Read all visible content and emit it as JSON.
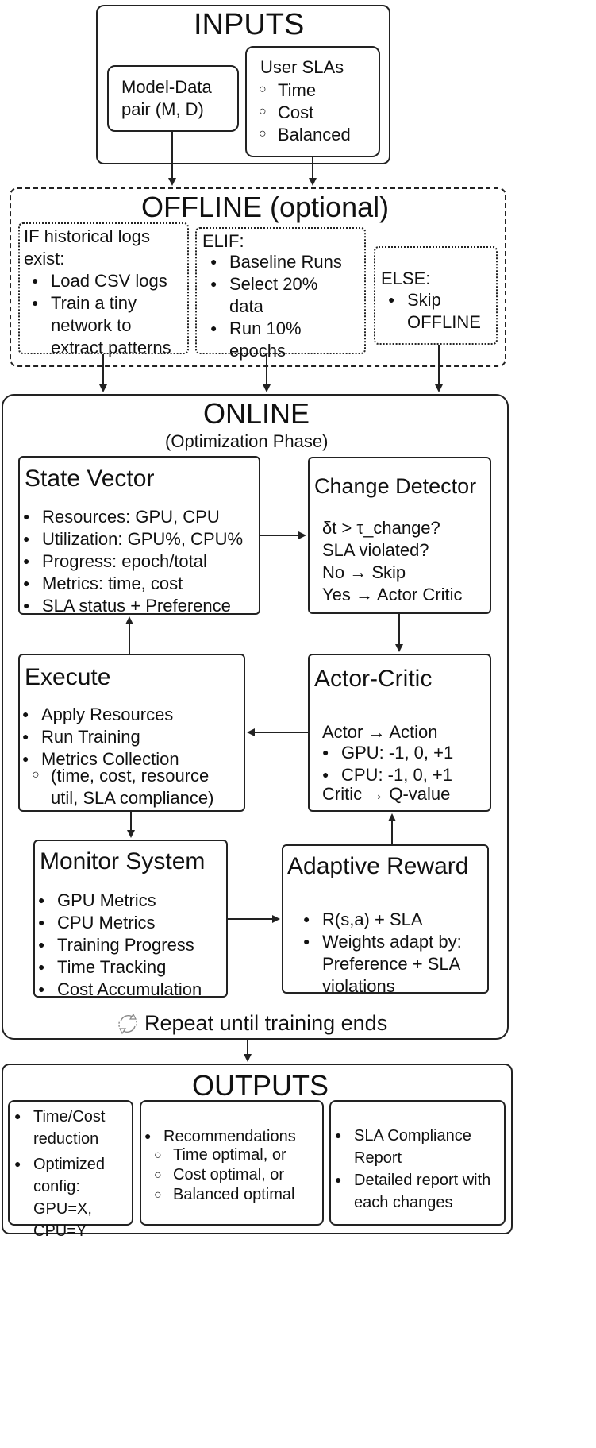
{
  "inputs": {
    "title": "INPUTS",
    "model_data": [
      "Model-Data",
      "pair (M, D)"
    ],
    "sla_title": "User SLAs",
    "sla_items": [
      "Time",
      "Cost",
      "Balanced"
    ]
  },
  "offline": {
    "title": "OFFLINE (optional)",
    "if_lines": [
      "IF historical logs",
      "exist:"
    ],
    "if_items": [
      "Load CSV logs",
      "Train a tiny",
      "network to",
      "extract patterns"
    ],
    "elif_title": "ELIF:",
    "elif_items": [
      "Baseline Runs",
      "Select 20%",
      "data",
      "Run 10%",
      "epochs"
    ],
    "else_title": "ELSE:",
    "else_items": [
      "Skip",
      "OFFLINE"
    ]
  },
  "online": {
    "title": "ONLINE",
    "subtitle": "(Optimization Phase)",
    "state": {
      "title": "State Vector",
      "items": [
        "Resources: GPU, CPU",
        "Utilization: GPU%, CPU%",
        "Progress: epoch/total",
        "Metrics: time, cost",
        "SLA status + Preference"
      ]
    },
    "change": {
      "title": "Change Detector",
      "lines": [
        "δt > τ_change?",
        "SLA violated?",
        "No → Skip",
        "Yes → Actor Critic"
      ]
    },
    "execute": {
      "title": "Execute",
      "items": [
        "Apply Resources",
        "Run Training",
        "Metrics Collection"
      ],
      "sub": [
        "(time, cost, resource",
        "util, SLA compliance)"
      ]
    },
    "actor": {
      "title": "Actor-Critic",
      "line1": "Actor → Action",
      "items": [
        "GPU: -1, 0, +1",
        "CPU: -1, 0, +1"
      ],
      "line2": "Critic → Q-value"
    },
    "monitor": {
      "title": "Monitor System",
      "items": [
        "GPU Metrics",
        "CPU Metrics",
        "Training Progress",
        "Time Tracking",
        "Cost Accumulation"
      ]
    },
    "reward": {
      "title": "Adaptive Reward",
      "items": [
        "R(s,a) + SLA",
        "Weights adapt by:"
      ],
      "cont": [
        "Preference + SLA",
        "violations"
      ]
    },
    "repeat": "Repeat until training ends",
    "repeat_icon": "cycle-icon"
  },
  "outputs": {
    "title": "OUTPUTS",
    "col1": [
      "Time/Cost",
      "reduction",
      "Optimized",
      "config:",
      "GPU=X,",
      "CPU=Y"
    ],
    "col2_head": "Recommendations",
    "col2_items": [
      "Time optimal, or",
      "Cost optimal, or",
      "Balanced optimal"
    ],
    "col3": [
      "SLA Compliance",
      "Report",
      "Detailed report with",
      "each changes"
    ]
  }
}
